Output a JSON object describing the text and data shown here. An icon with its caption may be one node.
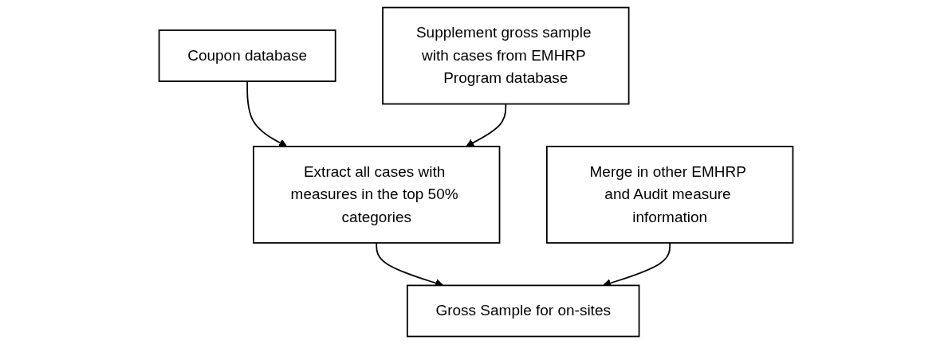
{
  "diagram": {
    "nodes": [
      {
        "text": [
          "Coupon database"
        ]
      },
      {
        "text": [
          "Supplement gross sample with cases from EMHRP Program database"
        ]
      },
      {
        "text": [
          "Extract all cases with measures in the top 50% categories"
        ]
      },
      {
        "text": [
          "Gross Sample for on-sites"
        ]
      },
      {
        "text": [
          "Merge in other EMHRP and Audit measure information"
        ]
      }
    ],
    "edges": [
      {
        "from": 0,
        "to": 2,
        "arrow": "to"
      },
      {
        "from": 1,
        "to": 2,
        "arrow": "to"
      },
      {
        "from": 2,
        "to": 3,
        "arrow": "to"
      },
      {
        "from": 4,
        "to": 3,
        "arrow": "to"
      }
    ]
  }
}
